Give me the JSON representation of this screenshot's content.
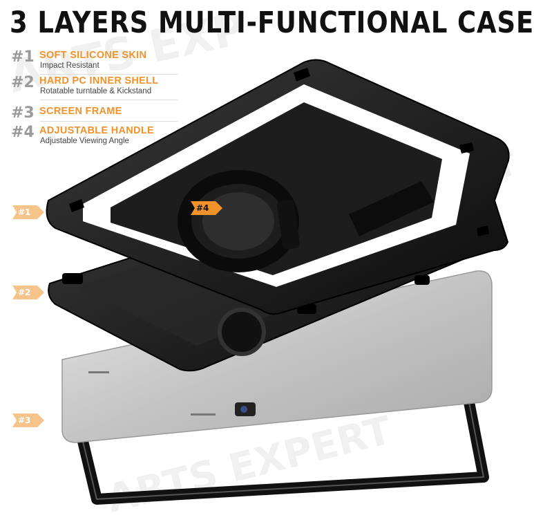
{
  "headline": "3 LAYERS MULTI-FUNCTIONAL CASE",
  "features": [
    {
      "num": "#1",
      "title": "SOFT SILICONE SKIN",
      "sub": "Impact Resistant"
    },
    {
      "num": "#2",
      "title": "HARD PC INNER SHELL",
      "sub": "Rotatable turntable & Kickstand"
    },
    {
      "num": "#3",
      "title": "SCREEN FRAME",
      "sub": ""
    },
    {
      "num": "#4",
      "title": "ADJUSTABLE HANDLE",
      "sub": "Adjustable Viewing Angle"
    }
  ],
  "tags": {
    "t1": "#1",
    "t2": "#2",
    "t3": "#3",
    "t4": "#4"
  },
  "watermark": {
    "top": "ARTS EXP",
    "right": "PERT",
    "bottom": "ARTS EXPERT"
  },
  "colors": {
    "accent": "#f2922b",
    "number_grey": "#9a9a9a",
    "case_black": "#151515",
    "tablet_silver": "#c9c9c9"
  }
}
